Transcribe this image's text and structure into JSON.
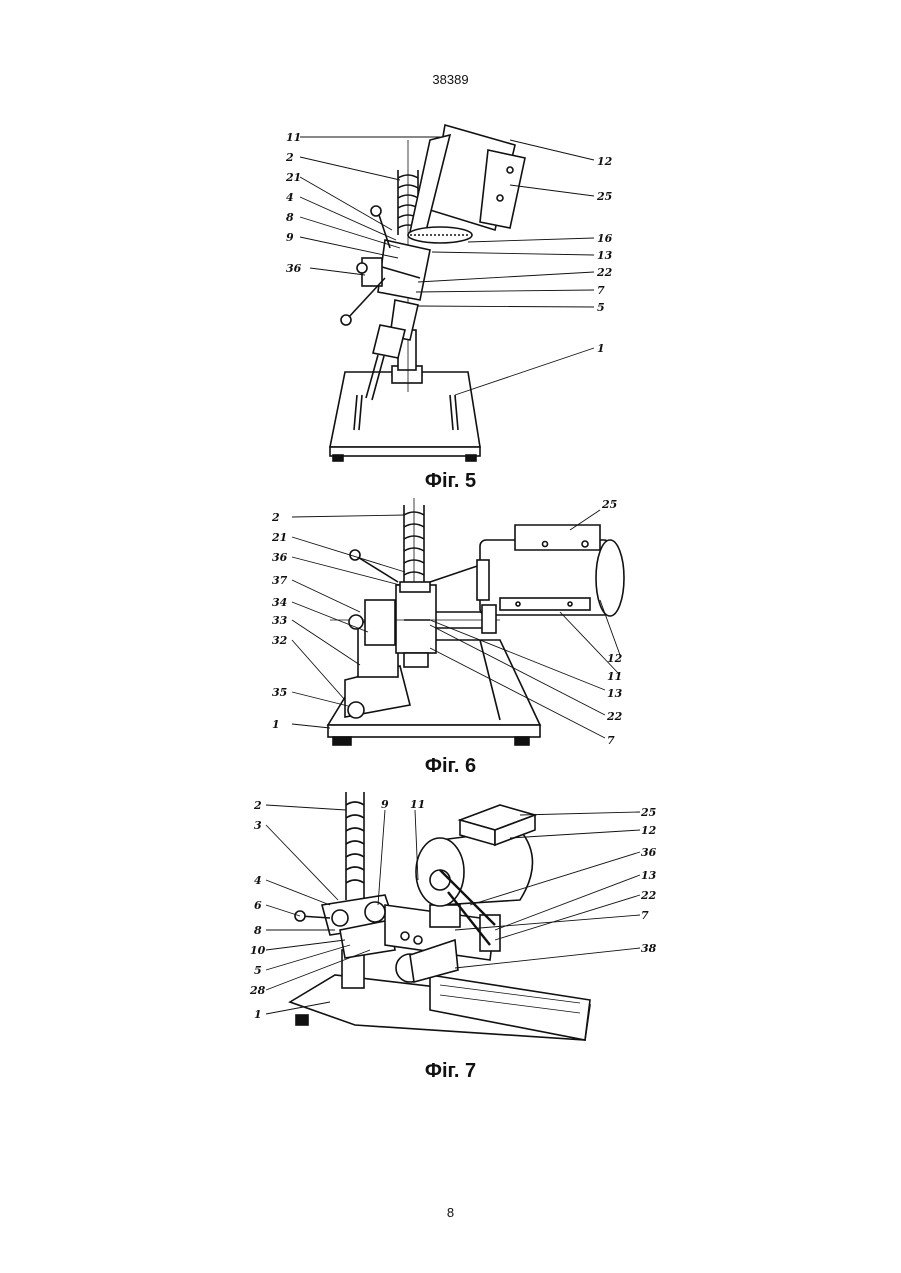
{
  "header": {
    "doc_number": "38389"
  },
  "footer": {
    "page_number": "8"
  },
  "figures": [
    {
      "caption": "Фіг. 5",
      "labels": [
        "11",
        "2",
        "21",
        "4",
        "8",
        "9",
        "36",
        "12",
        "25",
        "16",
        "13",
        "22",
        "7",
        "5",
        "1"
      ]
    },
    {
      "caption": "Фіг. 6",
      "labels": [
        "2",
        "21",
        "36",
        "37",
        "34",
        "33",
        "32",
        "35",
        "1",
        "25",
        "12",
        "11",
        "13",
        "22",
        "7"
      ]
    },
    {
      "caption": "Фіг. 7",
      "labels": [
        "2",
        "3",
        "4",
        "6",
        "8",
        "10",
        "5",
        "28",
        "1",
        "9",
        "11",
        "25",
        "12",
        "36",
        "13",
        "22",
        "7",
        "38"
      ]
    }
  ]
}
